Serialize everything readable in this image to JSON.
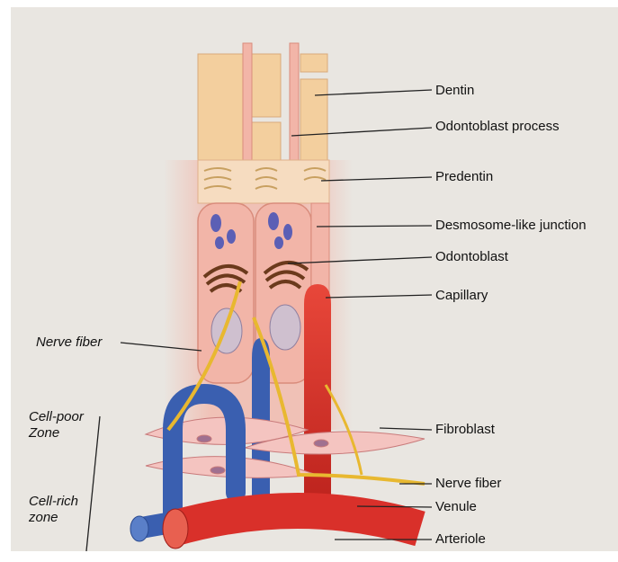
{
  "labels": {
    "dentin": "Dentin",
    "odontoblast_process": "Odontoblast process",
    "predentin": "Predentin",
    "desmosome": "Desmosome-like junction",
    "odontoblast": "Odontoblast",
    "capillary": "Capillary",
    "nerve_fiber_left": "Nerve fiber",
    "fibroblast": "Fibroblast",
    "nerve_fiber_right": "Nerve fiber",
    "venule": "Venule",
    "arteriole": "Arteriole",
    "cell_poor_1": "Cell-poor",
    "cell_poor_2": "Zone",
    "cell_rich_1": "Cell-rich",
    "cell_rich_2": "zone"
  },
  "colors": {
    "dentin": "#f3cf9e",
    "cell": "#f2b5a8",
    "nucleus": "#5b5fb5",
    "golgi": "#6b3a1c",
    "artery": "#d9302a",
    "vein": "#3a5fb0",
    "nerve": "#e8b830",
    "page": "#e9e6e1"
  }
}
